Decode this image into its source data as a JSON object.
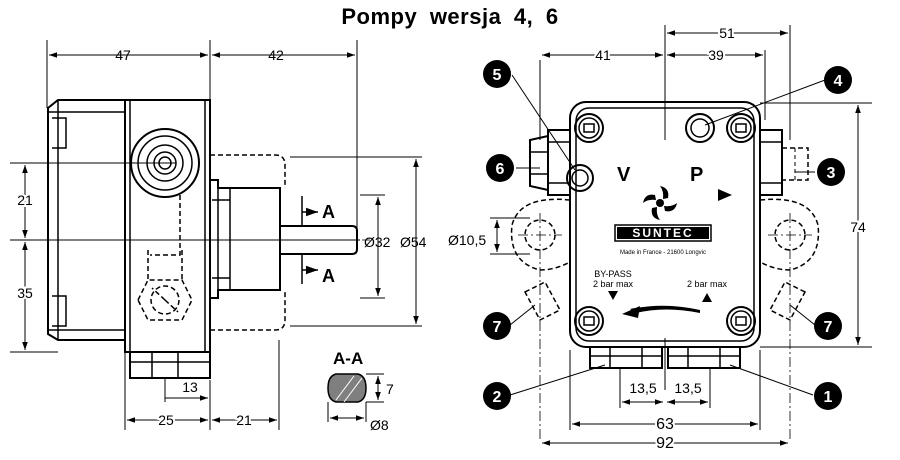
{
  "title": "Pompy  wersja 4, 6",
  "side_view": {
    "dims": {
      "top_left": "47",
      "top_right": "42",
      "left_upper": "21",
      "left_lower": "35",
      "bottom_13": "13",
      "bottom_25": "25",
      "bottom_21": "21",
      "dia_shaft": "Ø32",
      "dia_body": "Ø54"
    },
    "section_marker": "A"
  },
  "section": {
    "title": "A-A",
    "dim_height": "7",
    "dim_dia": "Ø8"
  },
  "front_view": {
    "dims": {
      "top_51": "51",
      "top_41": "41",
      "top_39": "39",
      "right_74": "74",
      "hole_dia": "Ø10,5",
      "port_left": "13,5",
      "port_right": "13,5",
      "width_63": "63",
      "width_92": "92"
    },
    "letters": {
      "v": "V",
      "p": "P"
    },
    "brand": "SUNTEC",
    "made_in": "Made in France - 21600 Longvic",
    "bypass": "BY-PASS",
    "bar_left": "2 bar max",
    "bar_right": "2 bar max"
  },
  "badges": [
    "1",
    "2",
    "3",
    "4",
    "5",
    "6",
    "7",
    "7"
  ]
}
